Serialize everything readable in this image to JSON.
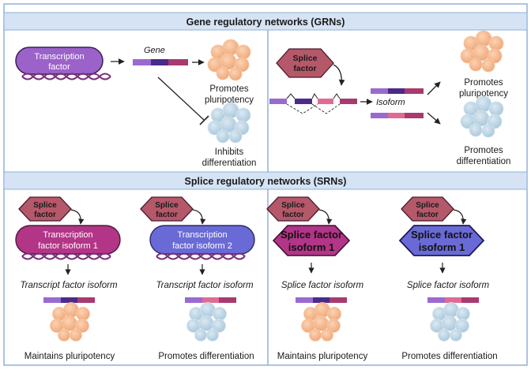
{
  "grn": {
    "title": "Gene regulatory networks (GRNs)",
    "tf_label_line1": "Transcription",
    "tf_label_line2": "factor",
    "gene_label": "Gene",
    "promotes_line1": "Promotes",
    "promotes_line2": "pluripotency",
    "inhibits_line1": "Inhibits",
    "inhibits_line2": "differentiation",
    "splice_line1": "Splice",
    "splice_line2": "factor",
    "isoform_label": "Isoform",
    "right_promotes_plu_line1": "Promotes",
    "right_promotes_plu_line2": "pluripotency",
    "right_promotes_diff_line1": "Promotes",
    "right_promotes_diff_line2": "differentiation"
  },
  "srn": {
    "title": "Splice regulatory networks (SRNs)",
    "panels": [
      {
        "splice_line1": "Splice",
        "splice_line2": "factor",
        "isoform_line1": "Transcription",
        "isoform_line2": "factor isoform 1",
        "product_label": "Transcript factor isoform",
        "outcome": "Maintains pluripotency"
      },
      {
        "splice_line1": "Splice",
        "splice_line2": "factor",
        "isoform_line1": "Transcription",
        "isoform_line2": "factor isoform 2",
        "product_label": "Transcript factor isoform",
        "outcome": "Promotes differentiation"
      },
      {
        "splice_line1": "Splice",
        "splice_line2": "factor",
        "isoform_line1": "Splice factor",
        "isoform_line2": "isoform 1",
        "product_label": "Splice factor isoform",
        "outcome": "Maintains pluripotency"
      },
      {
        "splice_line1": "Splice",
        "splice_line2": "factor",
        "isoform_line1": "Splice factor",
        "isoform_line2": "isoform 1",
        "product_label": "Splice factor isoform",
        "outcome": "Promotes differentiation"
      }
    ]
  },
  "colors": {
    "header_bg": "#d5e3f4",
    "border": "#8fb0d8",
    "tf_purple": "#9b62c9",
    "isoform1_magenta": "#b23587",
    "isoform2_blue": "#6a6ad6",
    "splice_factor": "#b5586a",
    "dna_strand": "#7a2d7a",
    "gene_purple_light": "#9a6ad0",
    "gene_purple_dark": "#4a2a8a",
    "gene_magenta": "#a83a6e",
    "gene_pink": "#e06a94",
    "cell_orange": "#f4b68a",
    "cell_blue": "#b8d3e4"
  }
}
